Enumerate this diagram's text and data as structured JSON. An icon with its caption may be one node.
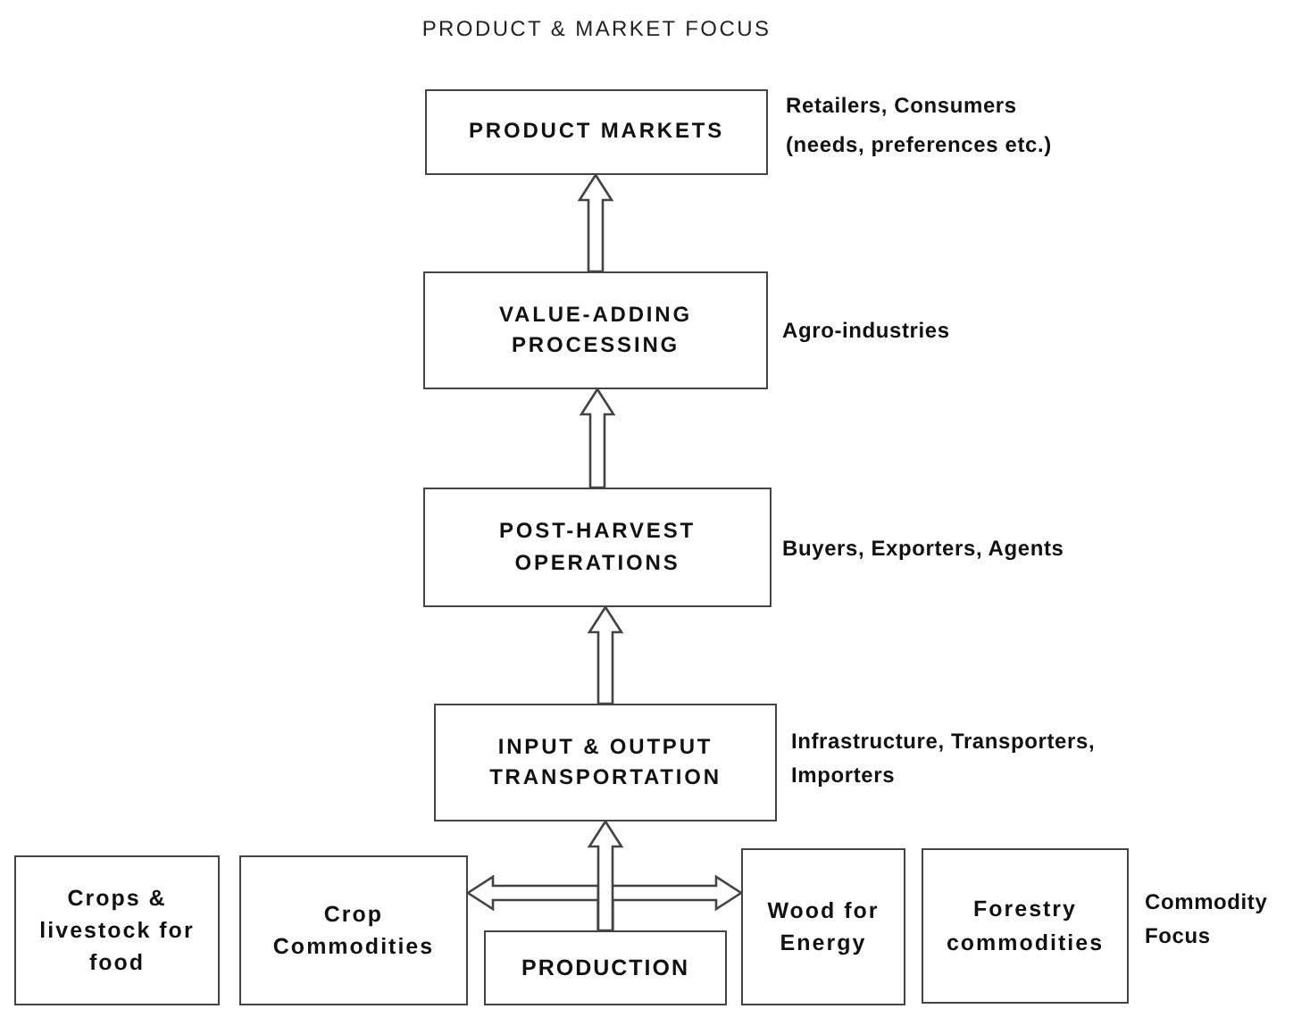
{
  "diagram": {
    "title": "PRODUCT & MARKET FOCUS",
    "nodes": [
      {
        "text": [
          "PRODUCT MARKETS"
        ],
        "beside": [
          "Retailers, Consumers",
          "(needs, preferences etc.)"
        ]
      },
      {
        "text": [
          "VALUE-ADDING PROCESSING"
        ],
        "beside": [
          "Agro-industries"
        ]
      },
      {
        "text": [
          "POST-HARVEST OPERATIONS"
        ],
        "beside": [
          "Buyers, Exporters, Agents"
        ]
      },
      {
        "text": [
          "INPUT & OUTPUT TRANSPORTATION"
        ],
        "beside": [
          "Infrastructure, Transporters, Importers"
        ]
      },
      {
        "text": [
          "Crops & livestock for food"
        ]
      },
      {
        "text": [
          "Crop Commodities"
        ]
      },
      {
        "text": [
          "PRODUCTION"
        ]
      },
      {
        "text": [
          "Wood for Energy"
        ]
      },
      {
        "text": [
          "Forestry commodities"
        ]
      }
    ],
    "edges": [
      {
        "from": 1,
        "to": 0,
        "arrow": "to"
      },
      {
        "from": 2,
        "to": 1,
        "arrow": "to"
      },
      {
        "from": 3,
        "to": 2,
        "arrow": "to"
      },
      {
        "from": 6,
        "to": 5,
        "arrow": "to"
      },
      {
        "from": 6,
        "to": 7,
        "arrow": "to"
      },
      {
        "from": 6,
        "to": 3,
        "arrow": "to"
      }
    ],
    "labels": [
      "Commodity Focus"
    ]
  }
}
